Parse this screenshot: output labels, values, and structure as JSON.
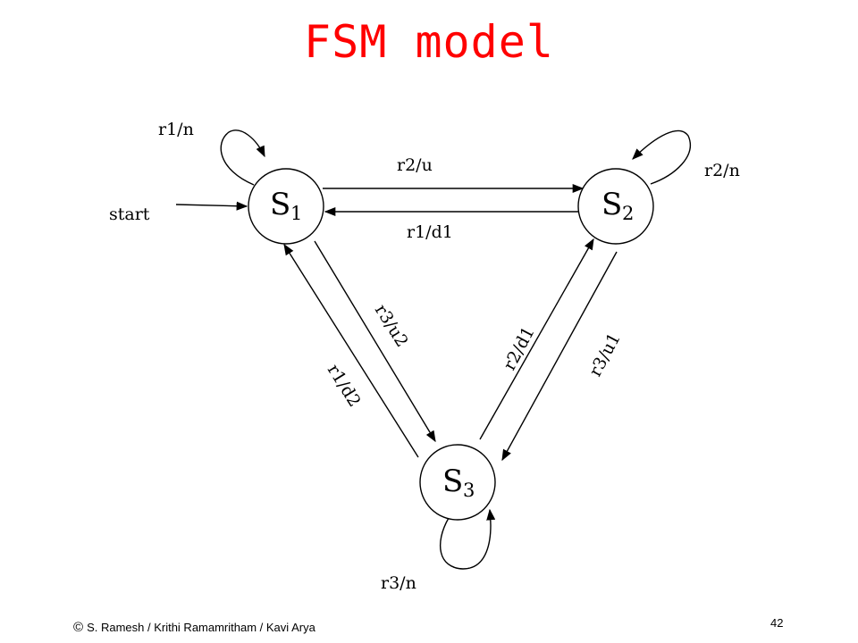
{
  "title": "FSM model",
  "footer": {
    "copyright_symbol": "©",
    "credit": "S. Ramesh  / Krithi Ramamritham  / Kavi Arya",
    "page_number": "42"
  },
  "diagram": {
    "states": [
      {
        "id": "s1",
        "name": "S",
        "subscript": "1"
      },
      {
        "id": "s2",
        "name": "S",
        "subscript": "2"
      },
      {
        "id": "s3",
        "name": "S",
        "subscript": "3"
      }
    ],
    "start_label": "start",
    "transitions": [
      {
        "from": "s1",
        "to": "s1",
        "label": "r1/n"
      },
      {
        "from": "s2",
        "to": "s2",
        "label": "r2/n"
      },
      {
        "from": "s3",
        "to": "s3",
        "label": "r3/n"
      },
      {
        "from": "s1",
        "to": "s2",
        "label": "r2/u"
      },
      {
        "from": "s2",
        "to": "s1",
        "label": "r1/d1"
      },
      {
        "from": "s1",
        "to": "s3",
        "label": "r3/u2"
      },
      {
        "from": "s3",
        "to": "s1",
        "label": "r1/d2"
      },
      {
        "from": "s3",
        "to": "s2",
        "label": "r2/d1"
      },
      {
        "from": "s2",
        "to": "s3",
        "label": "r3/u1"
      }
    ]
  }
}
